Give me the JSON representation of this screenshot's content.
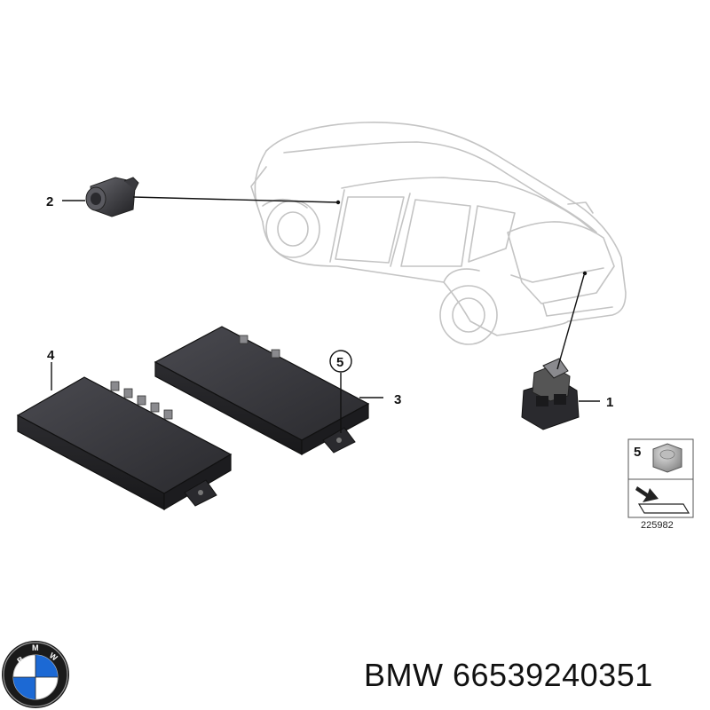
{
  "callouts": [
    "1",
    "2",
    "3",
    "4",
    "5"
  ],
  "legend": {
    "item_number": "5",
    "ref_number": "225982"
  },
  "brand": {
    "name": "BMW",
    "part_number": "66539240351",
    "logo_letters": "BMW"
  },
  "colors": {
    "module_body": "#2f2f33",
    "module_top": "#3b3b40",
    "car_outline": "#c4c4c4",
    "logo_blue": "#1c69d4"
  }
}
